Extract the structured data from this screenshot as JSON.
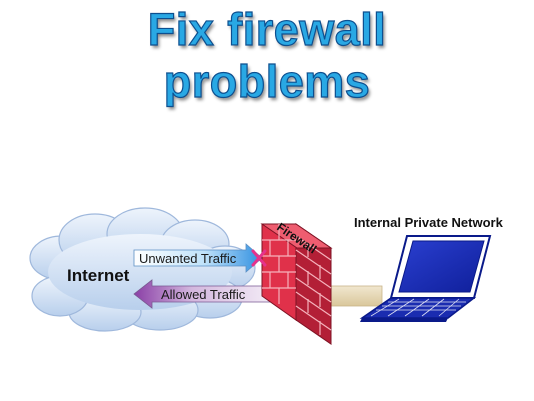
{
  "title": {
    "line1": "Fix firewall",
    "line2": "problems"
  },
  "diagram": {
    "internet_label": "Internet",
    "firewall_label": "Firewall",
    "network_label": "Internal Private Network",
    "unwanted_label": "Unwanted Traffic",
    "allowed_label": "Allowed Traffic"
  },
  "colors": {
    "title_fill": "#29a8e4",
    "title_outline": "#0d4f8f",
    "firewall_red": "#e0314a",
    "unwanted_arrow": "#3aa0e6",
    "allowed_arrow": "#9a50b2",
    "laptop_blue": "#1a2cb0",
    "block_x": "#e6328c"
  },
  "icons": [
    "cloud-icon",
    "firewall-brick-icon",
    "laptop-icon",
    "blocked-x-icon"
  ]
}
